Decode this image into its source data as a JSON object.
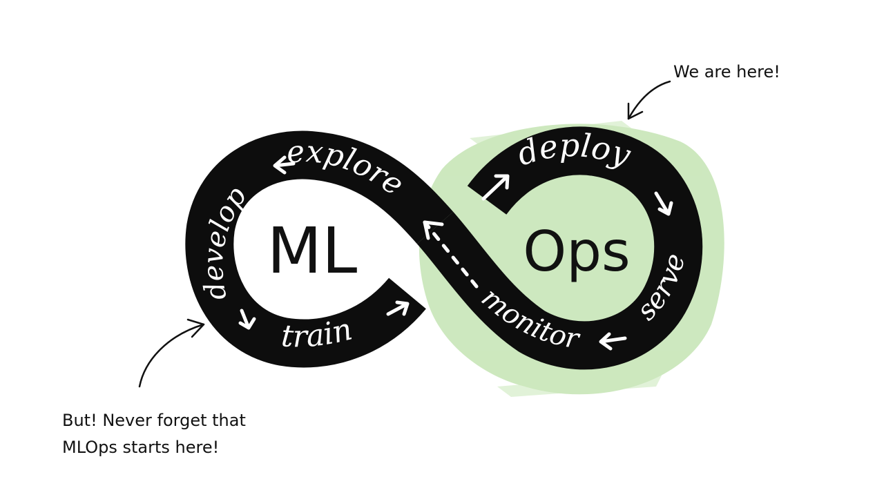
{
  "diagram": {
    "left_loop_label": "ML",
    "right_loop_label": "Ops",
    "stages": {
      "explore": "explore",
      "develop": "develop",
      "train": "train",
      "deploy": "deploy",
      "serve": "serve",
      "monitor": "monitor"
    }
  },
  "annotations": {
    "top_right": "We are here!",
    "bottom_left_line1": "But! Never forget that",
    "bottom_left_line2": "MLOps starts here!"
  },
  "colors": {
    "band": "#0d0d0d",
    "highlight": "#c8e6b8",
    "band_text": "#ffffff",
    "ink": "#111111"
  }
}
